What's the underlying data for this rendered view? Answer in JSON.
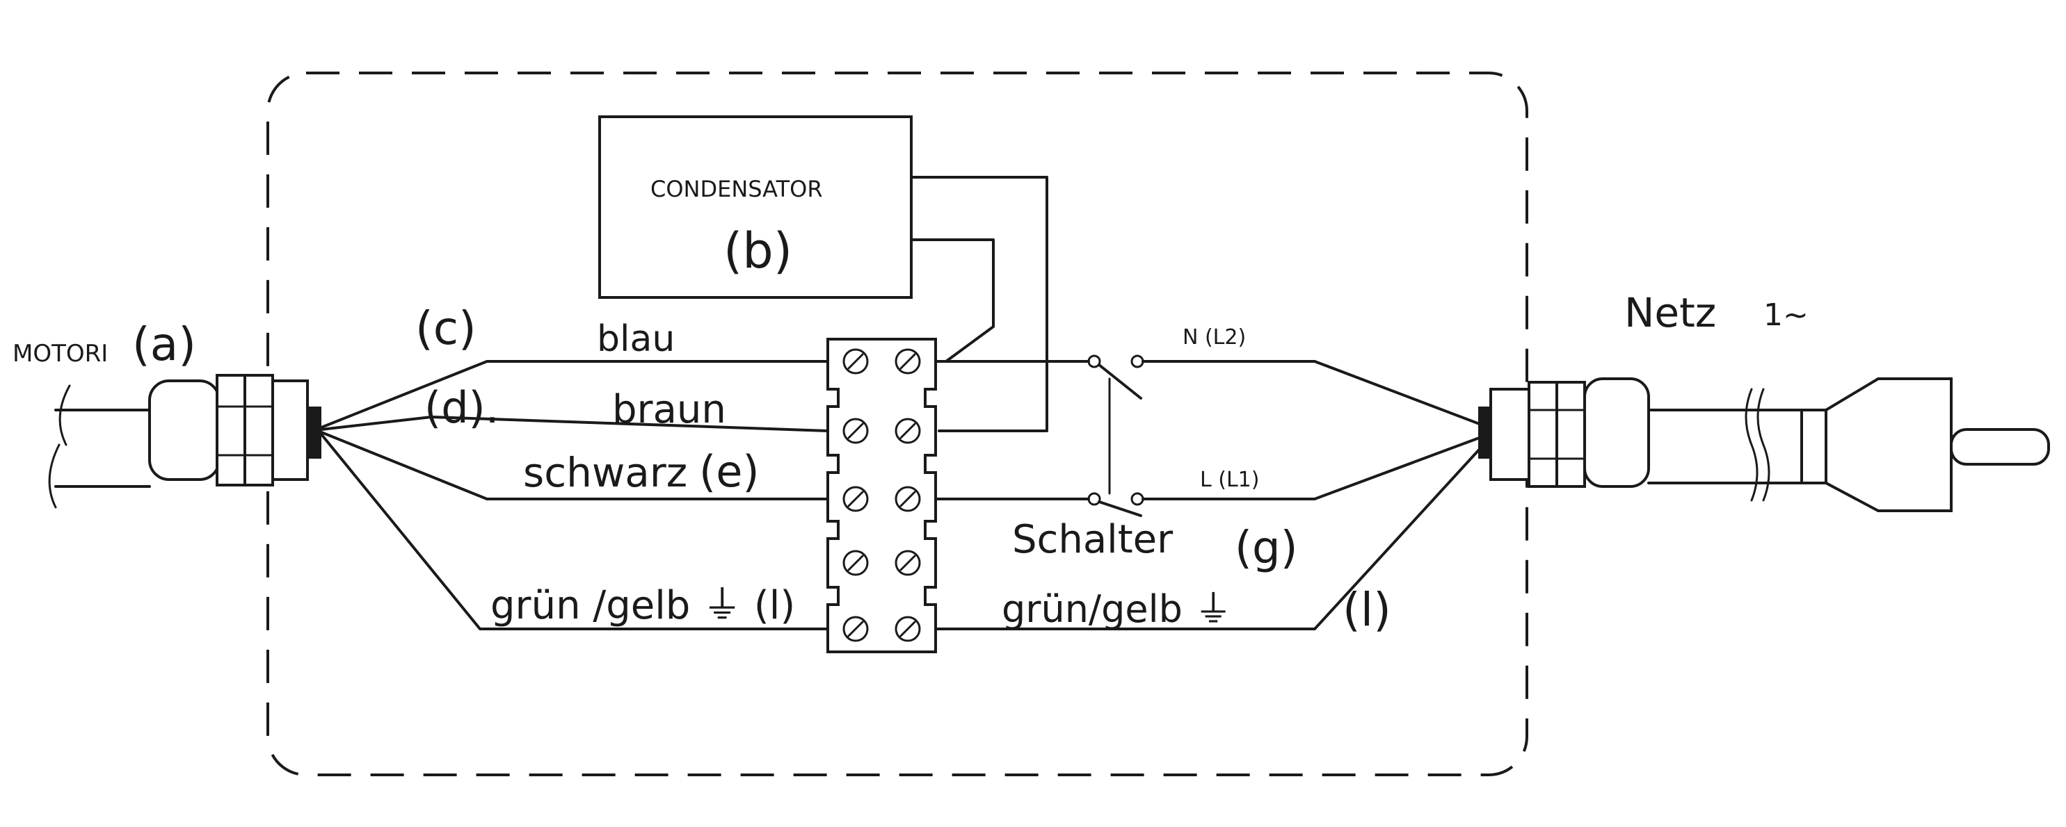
{
  "labels": {
    "motor": "MOTORI",
    "a": "(a)",
    "condensator": "CONDENSATOR",
    "b": "(b)",
    "c": "(c)",
    "d": "(d).",
    "blau": "blau",
    "braun": "braun",
    "schwarz": "schwarz",
    "e": "(e)",
    "gruen_gelb_left": "grün /gelb ⏚ (l)",
    "n_l2": "N (L2)",
    "l_l1": "L (L1)",
    "schalter": "Schalter",
    "g": "(g)",
    "gruen_gelb_right": "grün/gelb ⏚",
    "l_right": "(l)",
    "netz": "Netz",
    "one_phase": "1~"
  }
}
